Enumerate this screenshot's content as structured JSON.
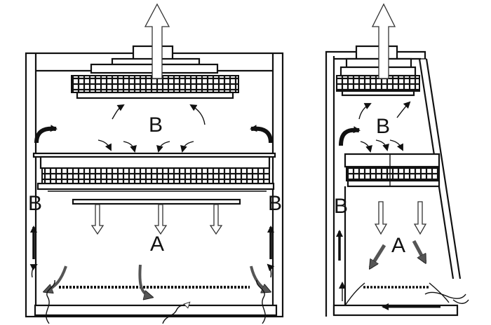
{
  "diagram": {
    "front_view": {
      "label_top": "B",
      "label_left": "B",
      "label_right": "B",
      "label_work": "A"
    },
    "side_view": {
      "label_top": "B",
      "label_left": "B",
      "label_work": "A"
    }
  }
}
